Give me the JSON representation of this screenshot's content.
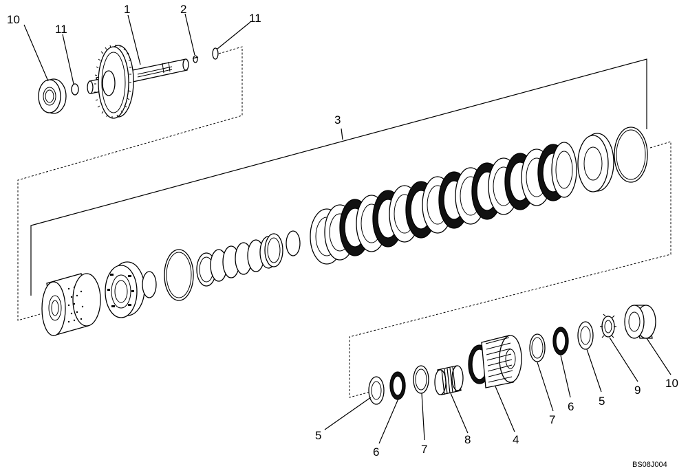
{
  "callouts": {
    "c10_top": "10",
    "c11_left": "11",
    "c1": "1",
    "c2": "2",
    "c11_right": "11",
    "c3": "3",
    "c5_left": "5",
    "c6_left": "6",
    "c7_left": "7",
    "c8": "8",
    "c4": "4",
    "c7_right": "7",
    "c6_right": "6",
    "c5_right": "5",
    "c9": "9",
    "c10_bottom": "10"
  },
  "drawing_code": "BS08J004"
}
